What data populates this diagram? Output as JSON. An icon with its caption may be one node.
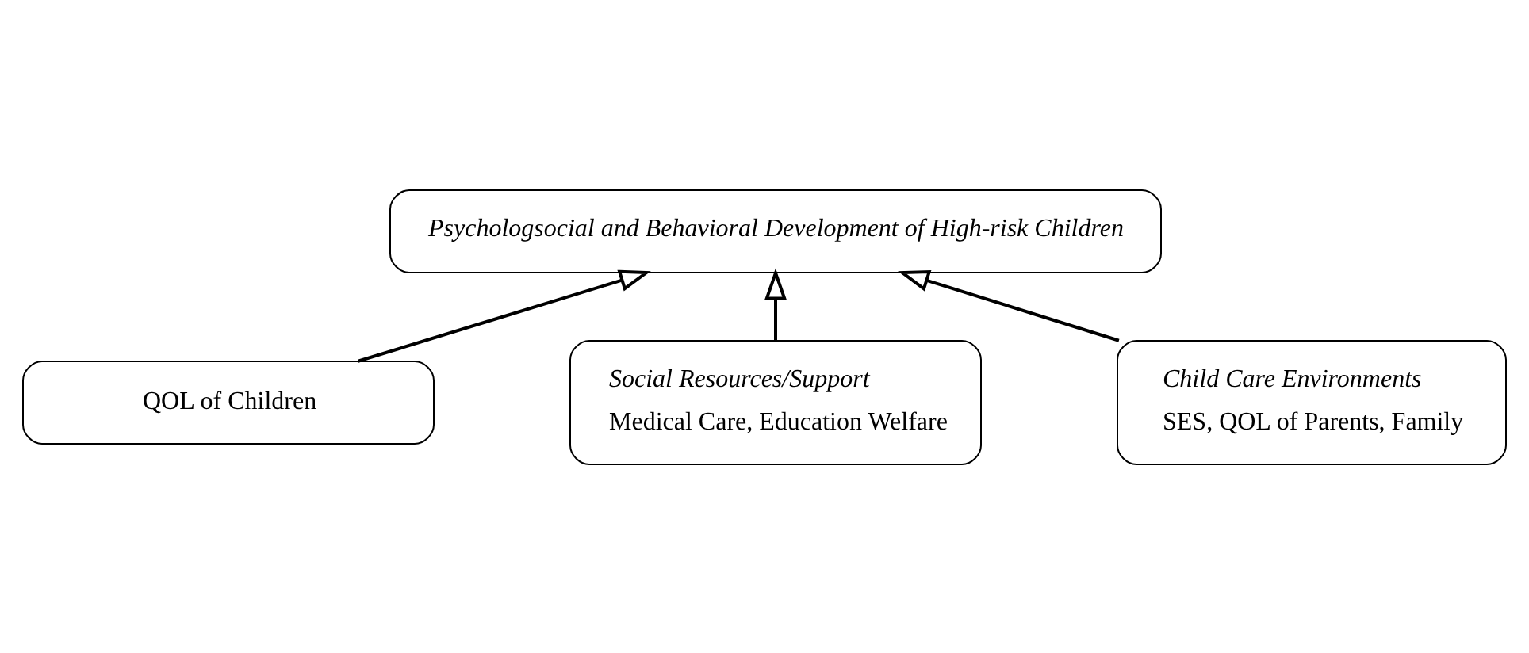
{
  "diagram": {
    "nodes": [
      {
        "text": [
          "Psychologsocial and Behavioral Development of High-risk Children"
        ]
      },
      {
        "text": [
          "QOL of Children"
        ]
      },
      {
        "text": [
          "Social Resources/Support",
          "Medical Care, Education Welfare"
        ]
      },
      {
        "text": [
          "Child Care Environments",
          "SES, QOL of Parents, Family"
        ]
      }
    ],
    "edges": [
      {
        "from": 2,
        "to": 0,
        "arrow": "to"
      },
      {
        "from": 1,
        "to": 0,
        "arrow": "to"
      },
      {
        "from": 3,
        "to": 0,
        "arrow": "to"
      }
    ]
  }
}
